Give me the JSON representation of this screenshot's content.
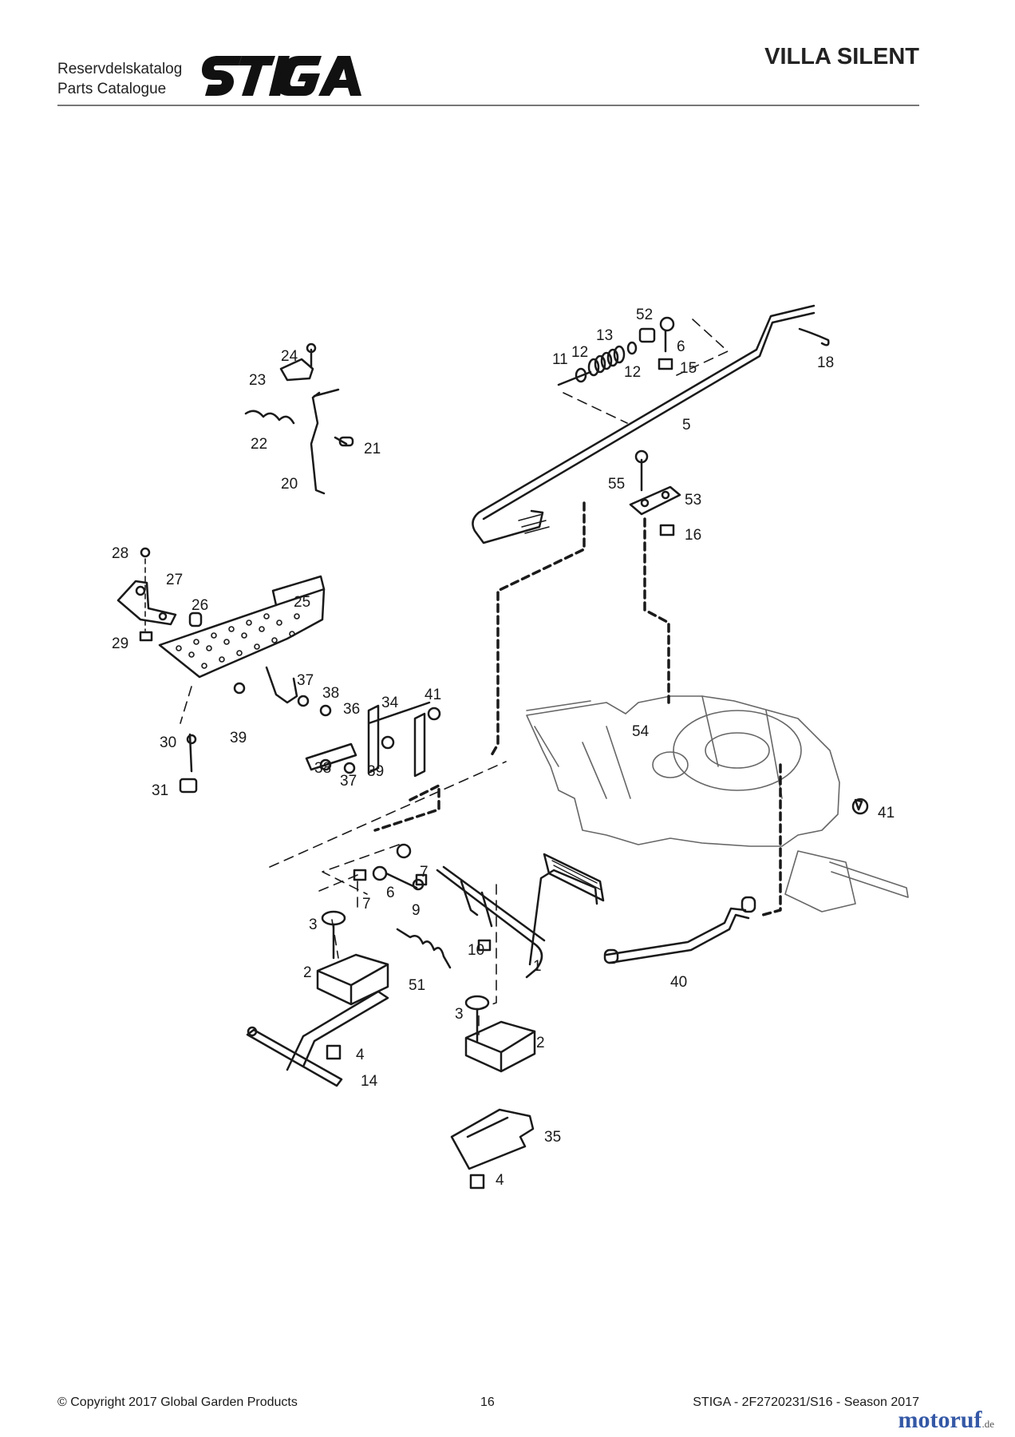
{
  "header": {
    "catalog_line1": "Reservdelskatalog",
    "catalog_line2": "Parts Catalogue",
    "brand": "STIGA",
    "model": "VILLA SILENT"
  },
  "callouts": [
    {
      "id": "c1",
      "label": "1"
    },
    {
      "id": "c2a",
      "label": "2"
    },
    {
      "id": "c2b",
      "label": "2"
    },
    {
      "id": "c3a",
      "label": "3"
    },
    {
      "id": "c3b",
      "label": "3"
    },
    {
      "id": "c4a",
      "label": "4"
    },
    {
      "id": "c4b",
      "label": "4"
    },
    {
      "id": "c5",
      "label": "5"
    },
    {
      "id": "c6a",
      "label": "6"
    },
    {
      "id": "c6b",
      "label": "6"
    },
    {
      "id": "c7a",
      "label": "7"
    },
    {
      "id": "c7b",
      "label": "7"
    },
    {
      "id": "c9",
      "label": "9"
    },
    {
      "id": "c10",
      "label": "10"
    },
    {
      "id": "c11",
      "label": "11"
    },
    {
      "id": "c12a",
      "label": "12"
    },
    {
      "id": "c12b",
      "label": "12"
    },
    {
      "id": "c13",
      "label": "13"
    },
    {
      "id": "c14",
      "label": "14"
    },
    {
      "id": "c15",
      "label": "15"
    },
    {
      "id": "c16",
      "label": "16"
    },
    {
      "id": "c18",
      "label": "18"
    },
    {
      "id": "c20",
      "label": "20"
    },
    {
      "id": "c21",
      "label": "21"
    },
    {
      "id": "c22",
      "label": "22"
    },
    {
      "id": "c23",
      "label": "23"
    },
    {
      "id": "c24",
      "label": "24"
    },
    {
      "id": "c25",
      "label": "25"
    },
    {
      "id": "c26",
      "label": "26"
    },
    {
      "id": "c27",
      "label": "27"
    },
    {
      "id": "c28",
      "label": "28"
    },
    {
      "id": "c29",
      "label": "29"
    },
    {
      "id": "c30",
      "label": "30"
    },
    {
      "id": "c31",
      "label": "31"
    },
    {
      "id": "c34",
      "label": "34"
    },
    {
      "id": "c35",
      "label": "35"
    },
    {
      "id": "c36",
      "label": "36"
    },
    {
      "id": "c37a",
      "label": "37"
    },
    {
      "id": "c37b",
      "label": "37"
    },
    {
      "id": "c38a",
      "label": "38"
    },
    {
      "id": "c38b",
      "label": "38"
    },
    {
      "id": "c39a",
      "label": "39"
    },
    {
      "id": "c39b",
      "label": "39"
    },
    {
      "id": "c40",
      "label": "40"
    },
    {
      "id": "c41a",
      "label": "41"
    },
    {
      "id": "c41b",
      "label": "41"
    },
    {
      "id": "c51",
      "label": "51"
    },
    {
      "id": "c52",
      "label": "52"
    },
    {
      "id": "c53",
      "label": "53"
    },
    {
      "id": "c54",
      "label": "54"
    },
    {
      "id": "c55",
      "label": "55"
    }
  ],
  "footer": {
    "copyright": "© Copyright 2017 Global Garden Products",
    "page_number": "16",
    "doc_ref": "STIGA - 2F2720231/S16 - Season 2017"
  },
  "watermark": {
    "text": "motoruf",
    "suffix": ".de"
  }
}
